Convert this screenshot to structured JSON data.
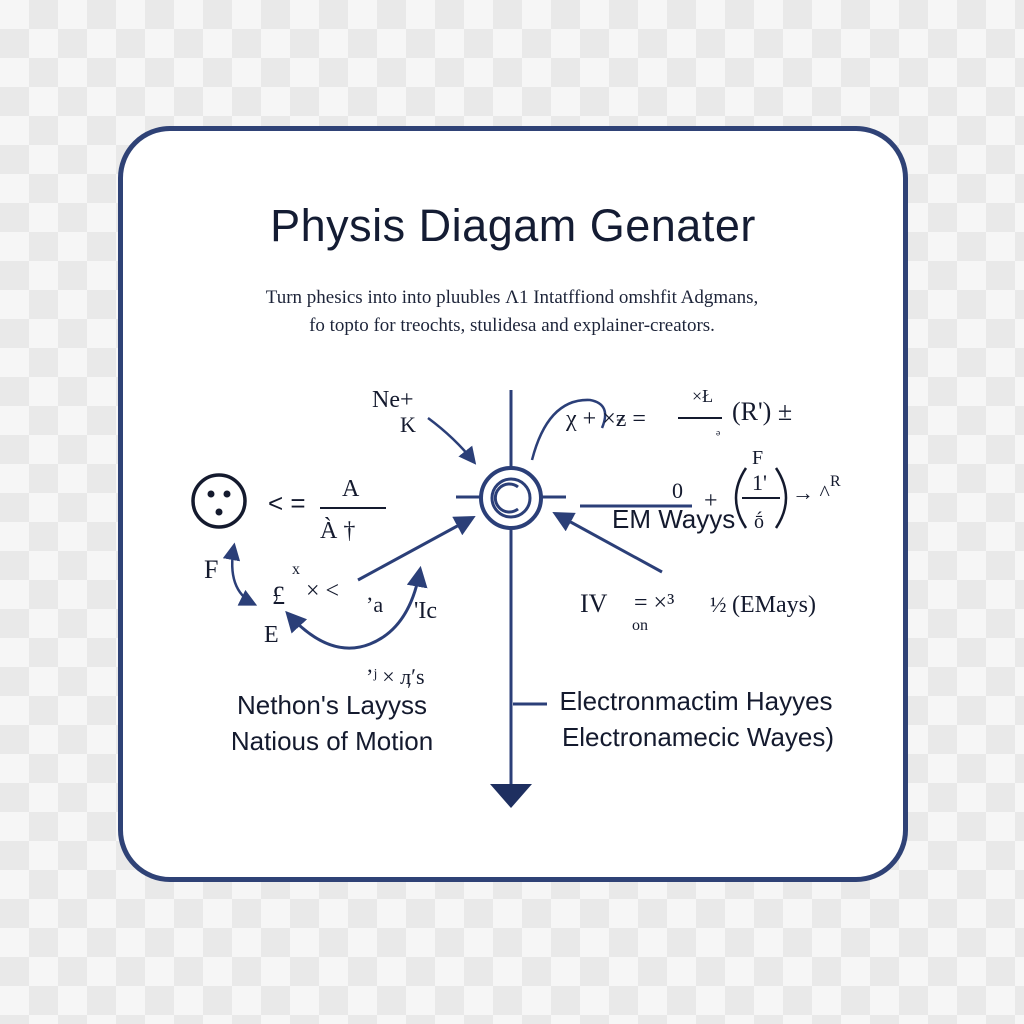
{
  "title": "Physis Diagam Genater",
  "subtitle": {
    "line1": "Turn phesics into into pluubles Λ1 Intatffiond omshfit Adgmans,",
    "line2": "fo topto  for treochts, stulidesa and explainer-creators."
  },
  "left_panel": {
    "caption_line1": "Nethon's Layyss",
    "caption_line2": "Natious of Motion",
    "labels": {
      "top_left": "Ne+",
      "top_left_sub": "K",
      "fraction_top": "A",
      "fraction_bottom": "À †",
      "relation": "< =",
      "force_f": "F",
      "force_e": "E",
      "bracket": "£",
      "middle_x": "× <",
      "middle_sub": "x",
      "arrow_label": "’a",
      "right_label": "'Ic",
      "bottom_label": "’ʲ × ӆʹs"
    }
  },
  "right_panel": {
    "caption_line1": "Electronmactim Hayyes",
    "caption_line2": "Electronamecic Wayes)",
    "labels": {
      "top_formula_left": "χ + ×ƶ =",
      "top_formula_frac_top": "×Ł",
      "top_formula_frac_bottom": "ᵊ",
      "top_formula_right": "(R') ±",
      "middle_left": "0",
      "middle_label": "EM Wayys",
      "middle_plus": "+",
      "paren_top": "F",
      "paren_middle": "1'",
      "paren_bottom": "ṓ",
      "arrow_right": "→ ^",
      "arrow_r": "R",
      "lower_left": "IV",
      "lower_sub": "on",
      "lower_formula": "= ×³",
      "lower_frac": "½",
      "lower_right": "(EMays)"
    }
  },
  "colors": {
    "accent": "#2f4276",
    "line": "#2b3f78",
    "text": "#141a2e"
  },
  "icons": {
    "central_node": "circle-c-icon",
    "face_node": "circle-dots-icon",
    "down_arrow": "arrow-down-icon"
  }
}
